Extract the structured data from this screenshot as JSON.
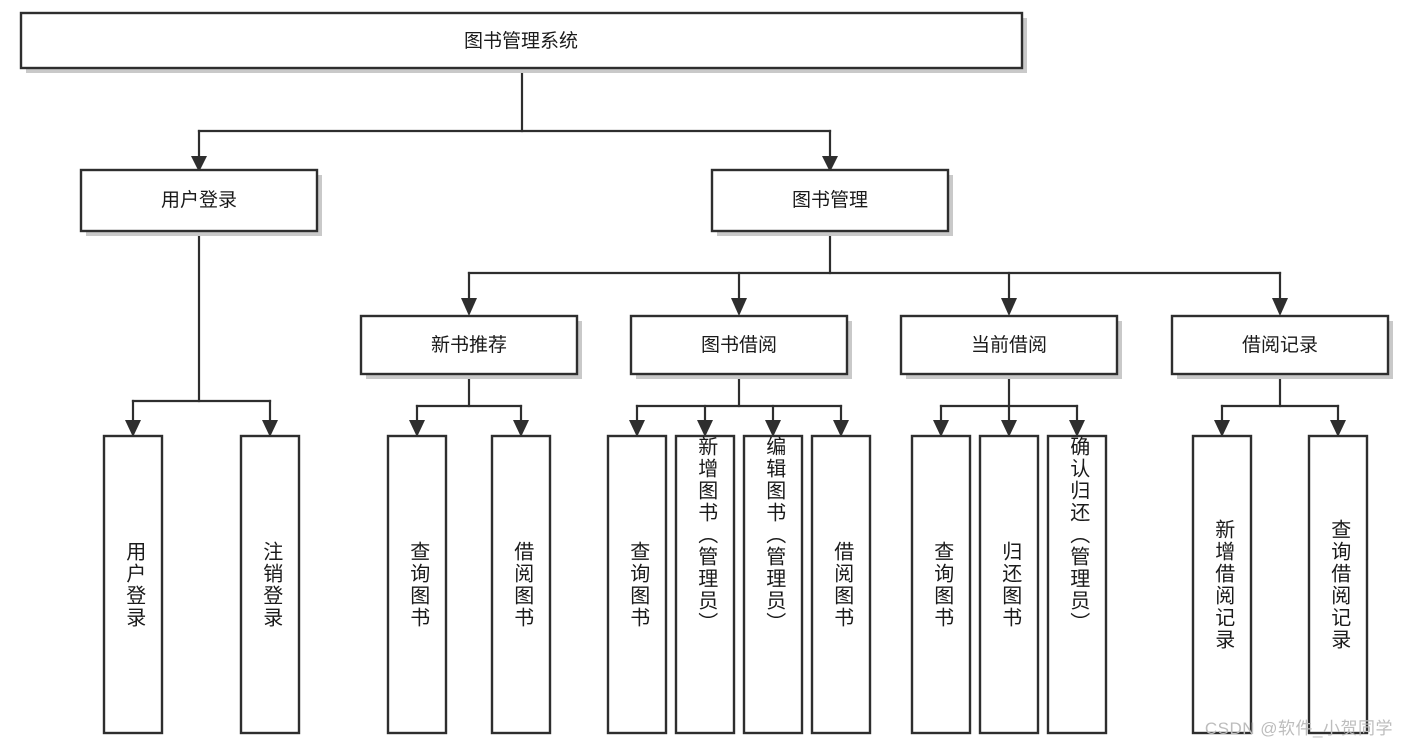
{
  "diagram": {
    "type": "tree",
    "title": "图书管理系统",
    "root": {
      "label": "图书管理系统",
      "level": 1
    },
    "level2": [
      {
        "label": "用户登录"
      },
      {
        "label": "图书管理"
      }
    ],
    "level3": [
      {
        "label": "新书推荐",
        "parent": "图书管理"
      },
      {
        "label": "图书借阅",
        "parent": "图书管理"
      },
      {
        "label": "当前借阅",
        "parent": "图书管理"
      },
      {
        "label": "借阅记录",
        "parent": "图书管理"
      }
    ],
    "leaves": [
      {
        "label": "用户登录",
        "parent": "用户登录"
      },
      {
        "label": "注销登录",
        "parent": "用户登录"
      },
      {
        "label": "查询图书",
        "parent": "新书推荐"
      },
      {
        "label": "借阅图书",
        "parent": "新书推荐"
      },
      {
        "label": "查询图书",
        "parent": "图书借阅"
      },
      {
        "label": "新增图书（管理员）",
        "parent": "图书借阅"
      },
      {
        "label": "编辑图书（管理员）",
        "parent": "图书借阅"
      },
      {
        "label": "借阅图书",
        "parent": "图书借阅"
      },
      {
        "label": "查询图书",
        "parent": "当前借阅"
      },
      {
        "label": "归还图书",
        "parent": "当前借阅"
      },
      {
        "label": "确认归还（管理员）",
        "parent": "当前借阅"
      },
      {
        "label": "新增借阅记录",
        "parent": "借阅记录"
      },
      {
        "label": "查询借阅记录",
        "parent": "借阅记录"
      }
    ],
    "colors": {
      "box_stroke": "#2e2e2e",
      "box_fill": "#ffffff",
      "connector": "#2e2e2e",
      "text": "#1a1a1a",
      "background": "#ffffff",
      "watermark": "#bdbdbd"
    }
  },
  "watermark": {
    "text": "CSDN @软件_小贺同学"
  }
}
